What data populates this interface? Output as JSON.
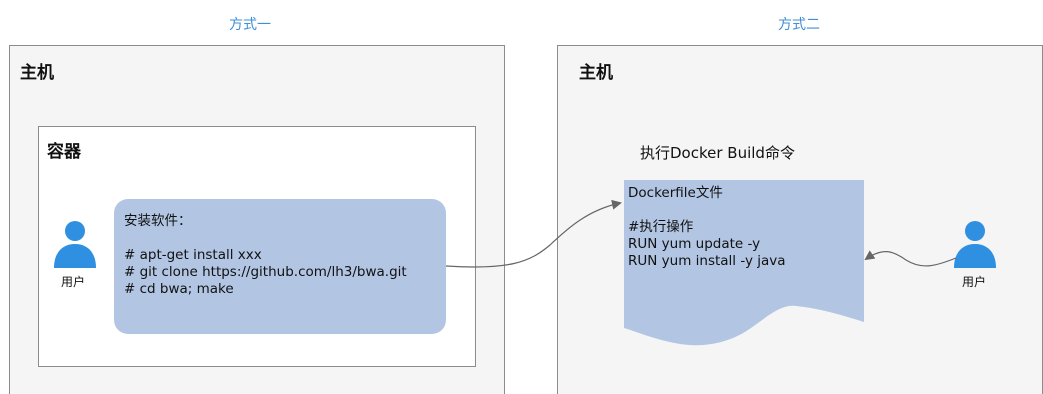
{
  "method1": {
    "title": "方式一",
    "host_label": "主机",
    "container_label": "容器",
    "user_label": "用户",
    "card_lines": [
      "安装软件：",
      "",
      "# apt-get install xxx",
      "# git clone https://github.com/lh3/bwa.git",
      "# cd bwa; make"
    ]
  },
  "method2": {
    "title": "方式二",
    "host_label": "主机",
    "command_title": "执行Docker Build命令",
    "user_label": "用户",
    "doc_lines": [
      "Dockerfile文件",
      "",
      "#执行操作",
      "RUN yum update -y",
      "RUN yum install -y java"
    ]
  },
  "colors": {
    "title_blue": "#3f8fd6",
    "user_icon": "#2f8fe0",
    "card_fill": "#b2c6e4",
    "arrow": "#666666"
  },
  "icons": [
    "user-icon",
    "arrow-connector"
  ]
}
